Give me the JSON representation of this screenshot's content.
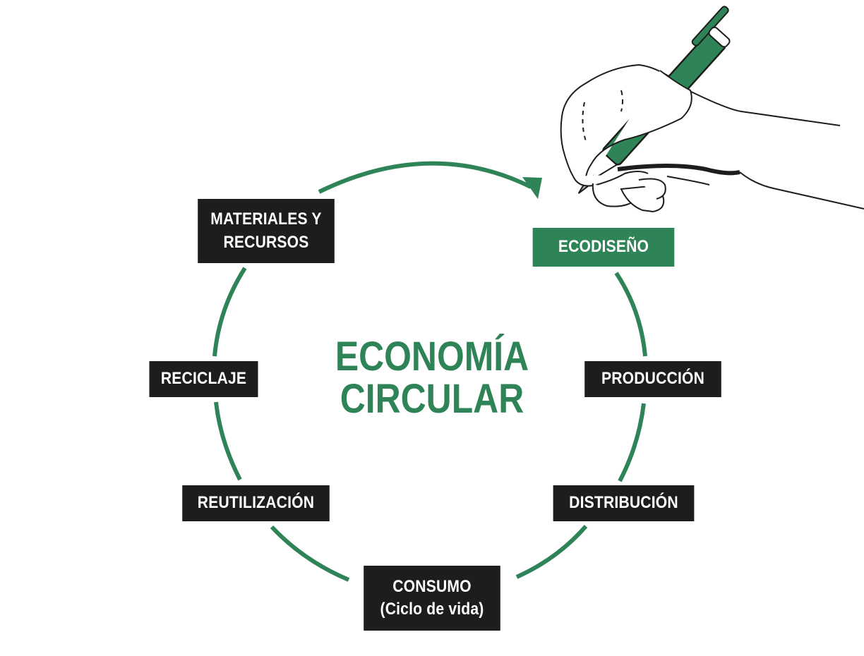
{
  "diagram": {
    "title_line1": "ECONOMÍA",
    "title_line2": "CIRCULAR",
    "stages": {
      "materiales": {
        "line1": "MATERIALES Y",
        "line2": "RECURSOS"
      },
      "ecodiseno": {
        "line1": "ECODISEÑO"
      },
      "produccion": {
        "line1": "PRODUCCIÓN"
      },
      "distribucion": {
        "line1": "DISTRIBUCIÓN"
      },
      "consumo": {
        "line1": "CONSUMO",
        "line2": "(Ciclo de vida)"
      },
      "reutilizacion": {
        "line1": "REUTILIZACIÓN"
      },
      "reciclaje": {
        "line1": "RECICLAJE"
      }
    },
    "colors": {
      "accent": "#2e8457",
      "box": "#1d1d1b",
      "text_on_box": "#ffffff",
      "outline": "#1d1d1b"
    },
    "icons": {
      "hand": "hand-holding-pen-icon",
      "arrow": "cycle-arrowhead-icon"
    }
  }
}
